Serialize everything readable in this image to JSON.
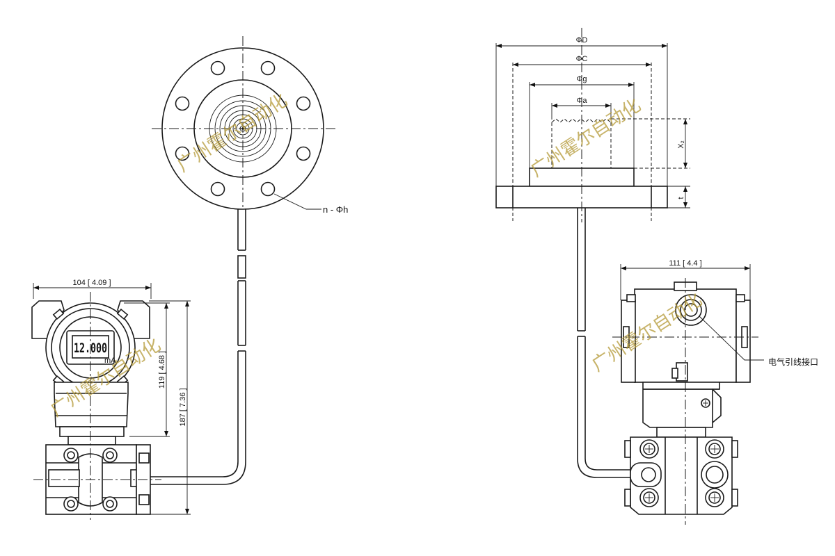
{
  "labels": {
    "flange_holes": "n - Φh",
    "phi_D": "ΦD",
    "phi_C": "ΦC",
    "phi_g": "Φg",
    "phi_a": "Φa",
    "x2": "X₂",
    "t": "t",
    "electrical_entry": "电气引线接口"
  },
  "dimensions": {
    "front_width": "104 [ 4.09 ]",
    "head_height": "119 [ 4.68 ]",
    "total_height": "187 [ 7.36 ]",
    "side_width": "111 [ 4.4 ]"
  },
  "display": {
    "reading": "12.000",
    "unit": "mA"
  },
  "watermark": {
    "text": "广州霍尔自动化"
  }
}
